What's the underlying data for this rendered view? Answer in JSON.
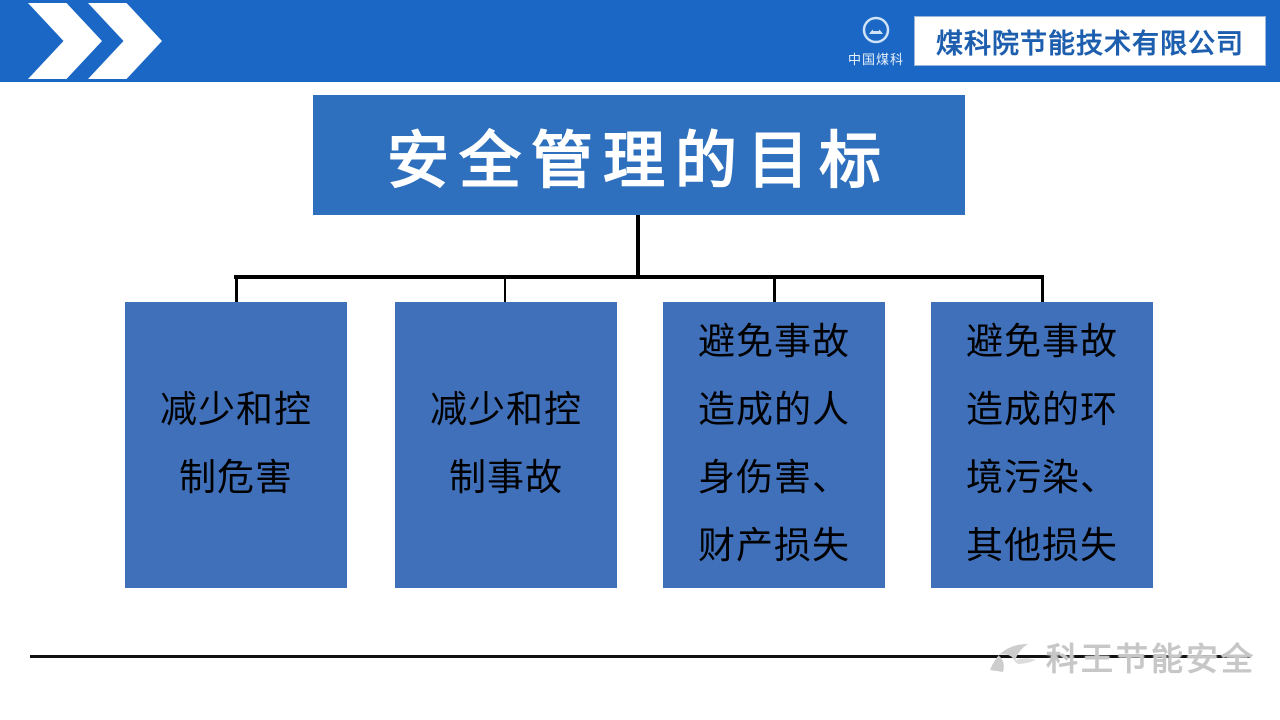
{
  "header": {
    "logo_label": "中国煤科",
    "company_name": "煤科院节能技术有限公司"
  },
  "slide": {
    "title": "安全管理的目标"
  },
  "diagram": {
    "type": "tree",
    "root": "安全管理的目标",
    "boxes": [
      {
        "label": "减少和控制危害",
        "text": "减少和控\n制危害"
      },
      {
        "label": "减少和控制事故",
        "text": "减少和控\n制事故"
      },
      {
        "label": "避免事故造成的人身伤害、财产损失",
        "text": "避免事故\n造成的人\n身伤害、\n财产损失"
      },
      {
        "label": "避免事故造成的环境污染、其他损失",
        "text": "避免事故\n造成的环\n境污染、\n其他损失"
      }
    ]
  },
  "footer": {
    "watermark": "科王节能安全"
  },
  "colors": {
    "header_band": "#1a67c5",
    "title_box": "#2e70bd",
    "node_box": "#4170ba",
    "company_text": "#1d5fae",
    "connector": "#000000",
    "watermark_text": "#c7c7c7"
  }
}
